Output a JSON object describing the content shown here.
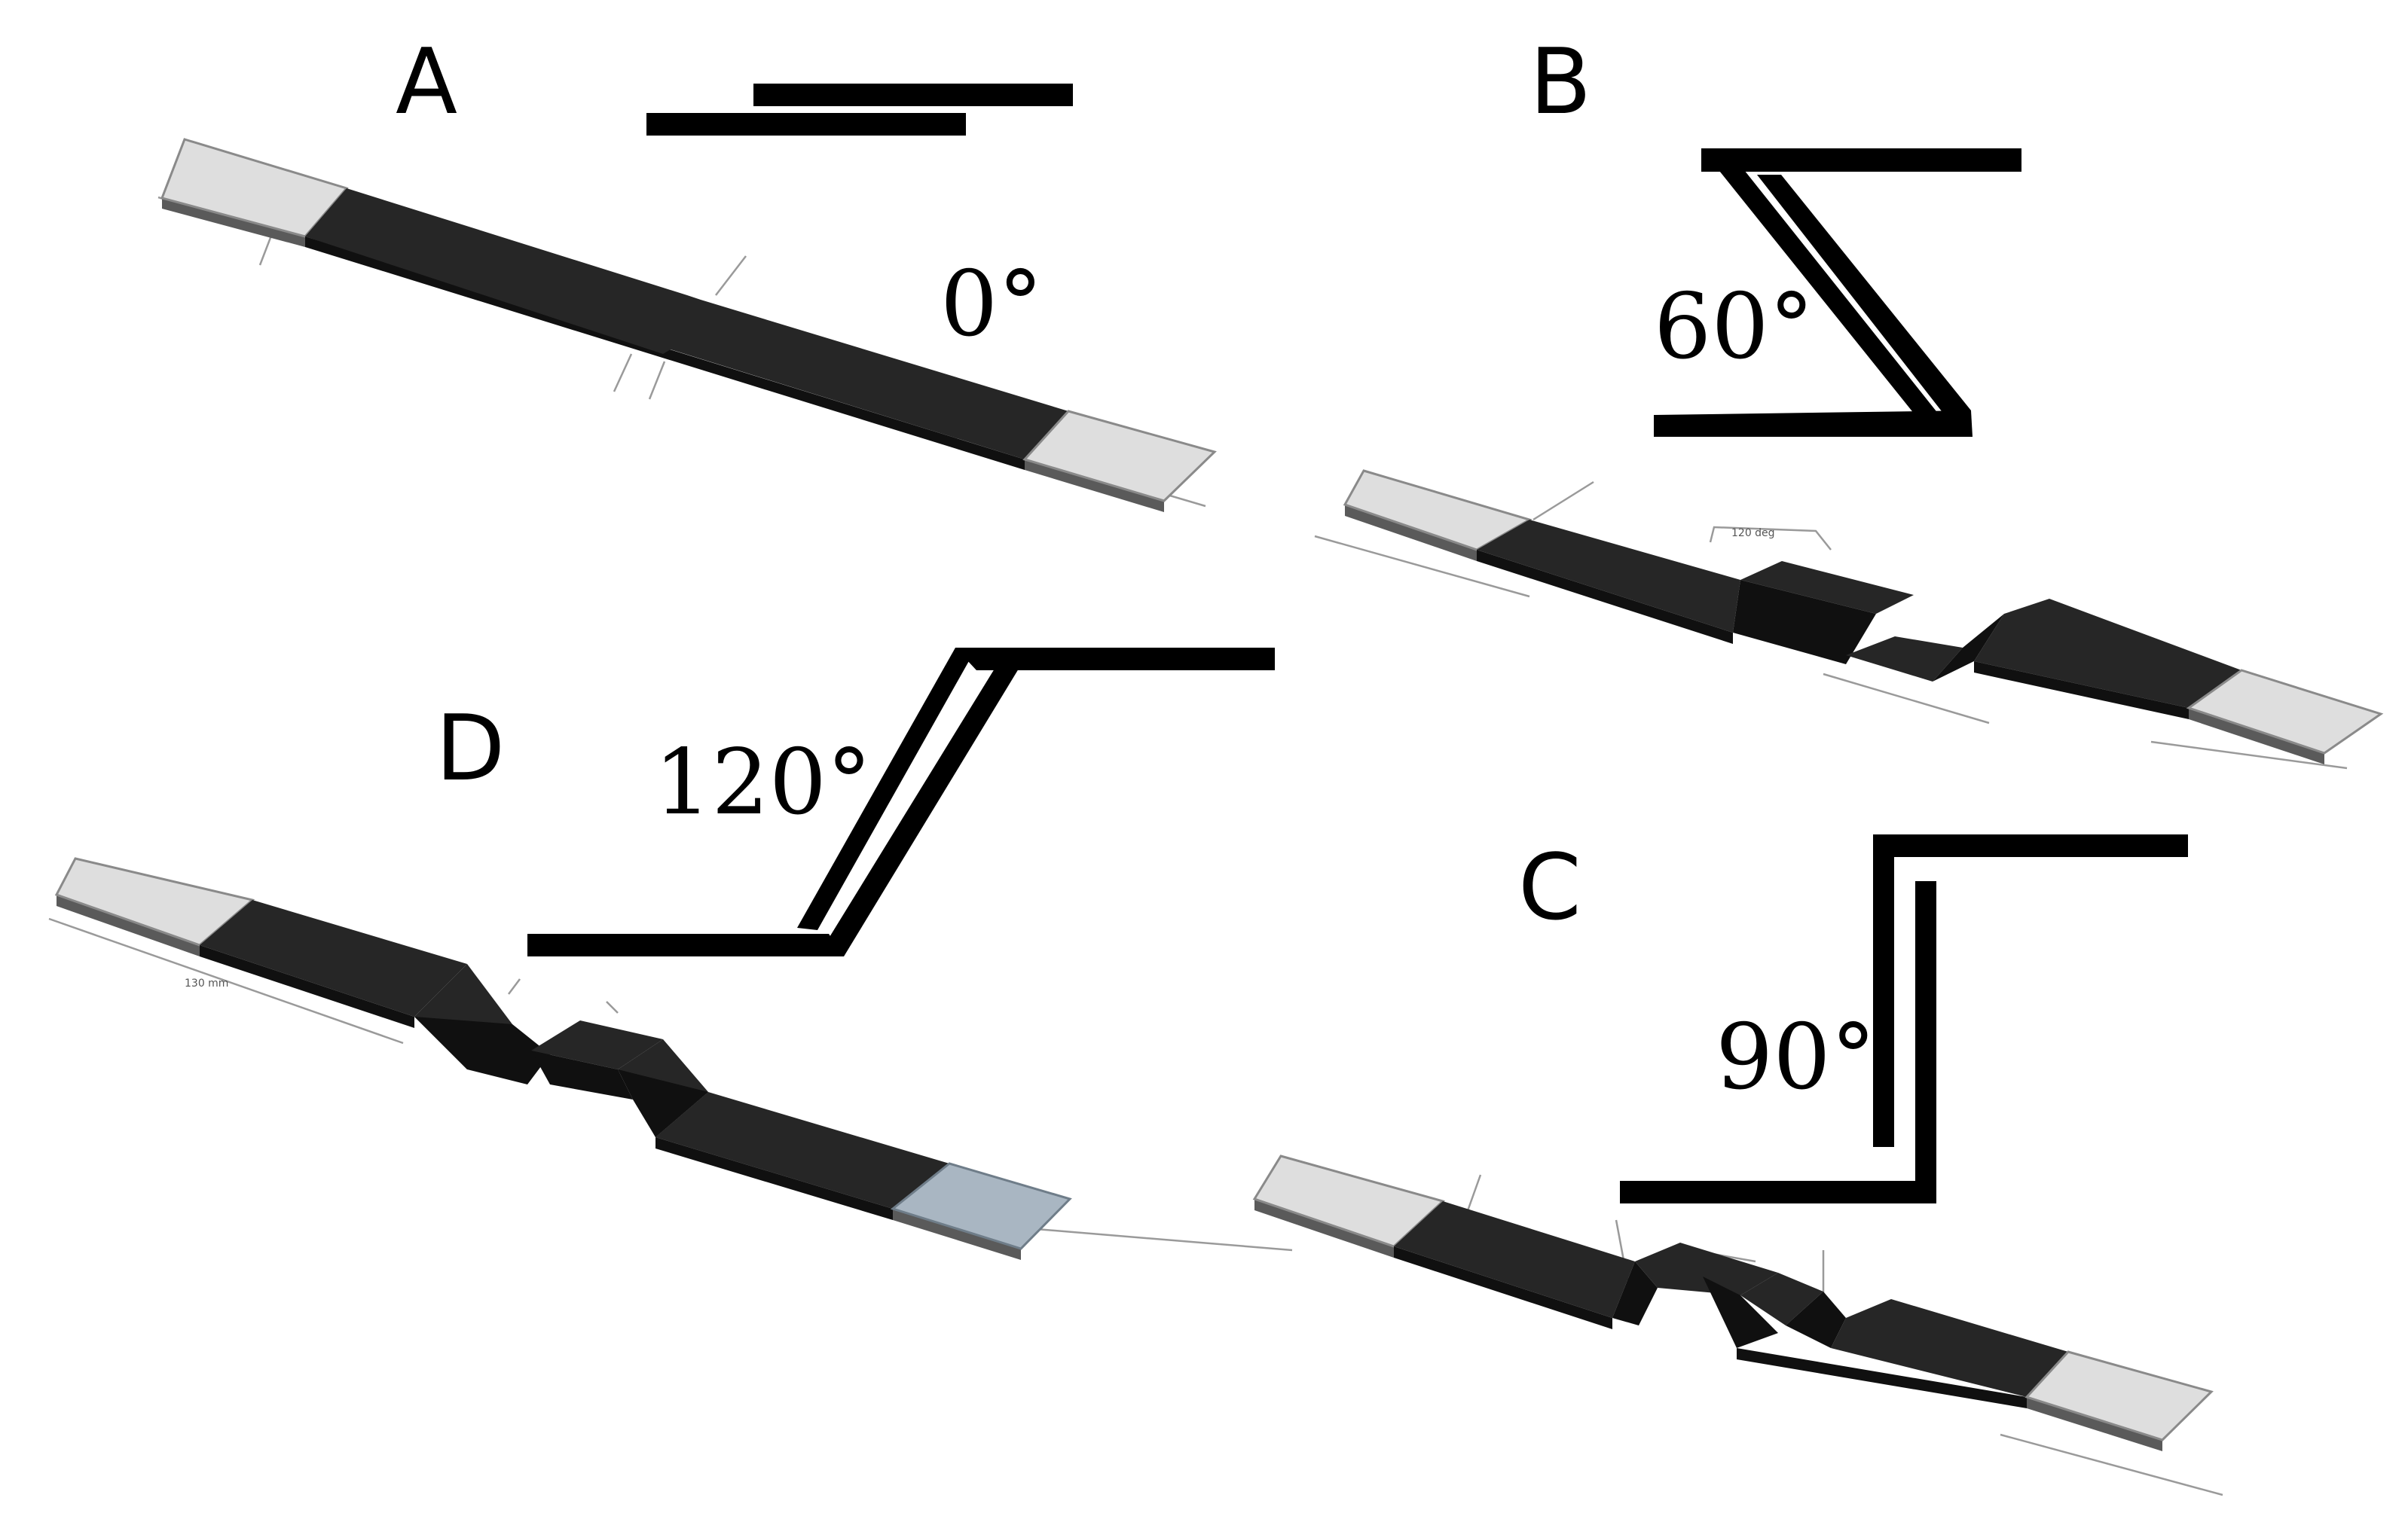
{
  "panels": [
    {
      "letter": "A",
      "angle": "0°"
    },
    {
      "letter": "B",
      "angle": "60°",
      "dimension_note": "120 deg"
    },
    {
      "letter": "C",
      "angle": "90°"
    },
    {
      "letter": "D",
      "angle": "120°",
      "dimension_note": "130 mm"
    }
  ],
  "colors": {
    "strip": "#262626",
    "tab": "#dedede",
    "tab_blue": "#a9b6c2",
    "profile": "#000000"
  }
}
